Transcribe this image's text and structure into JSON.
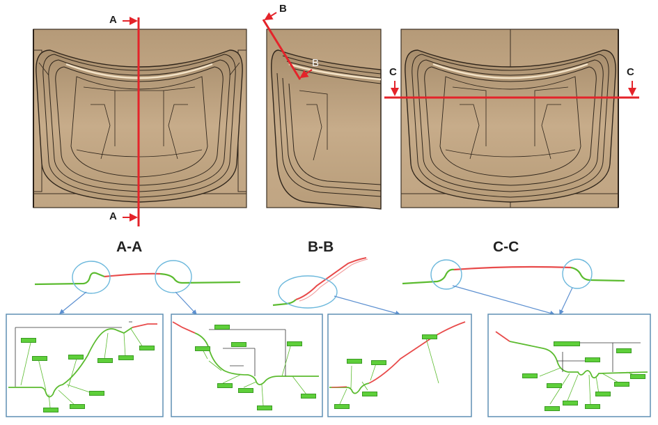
{
  "cut_markers": {
    "a_top": "A",
    "a_bottom": "A",
    "b_top": "B",
    "b_inner": "B",
    "c_left": "C",
    "c_right": "C"
  },
  "sections": {
    "aa": "A-A",
    "bb": "B-B",
    "cc": "C-C"
  },
  "colors": {
    "panel": "#c2a887",
    "panel_edge": "#3a2e22",
    "cut_line": "#e4232a",
    "profile_fixed": "#5bbb2f",
    "profile_draw": "#e84a4a",
    "callout": "#6cb8dc",
    "detail_border": "#5f8fb4",
    "tag": "#5ecf3a"
  }
}
